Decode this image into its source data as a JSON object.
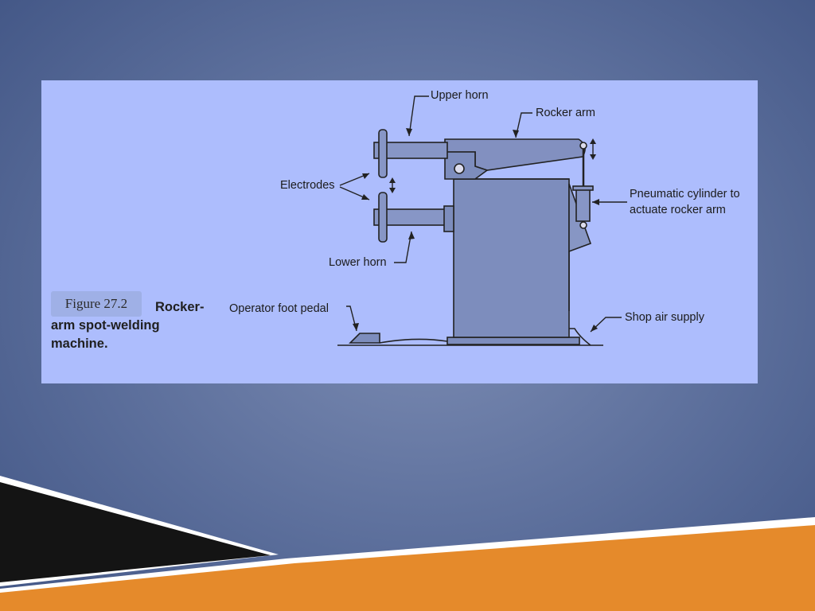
{
  "figure": {
    "tag": "Figure 27.2",
    "caption": "Rocker-arm spot-welding machine.",
    "labels": {
      "upper_horn": "Upper horn",
      "rocker_arm": "Rocker arm",
      "electrodes": "Electrodes",
      "pneumatic_line1": "Pneumatic cylinder to",
      "pneumatic_line2": "actuate rocker arm",
      "lower_horn": "Lower horn",
      "foot_pedal": "Operator foot pedal",
      "shop_air": "Shop air supply"
    }
  },
  "colors": {
    "slide_background": "#5a6d9a",
    "figure_background": "#adbdfd",
    "machine_fill": "#7d8dbd",
    "footer_orange": "#e58a2b",
    "footer_black": "#141414"
  }
}
